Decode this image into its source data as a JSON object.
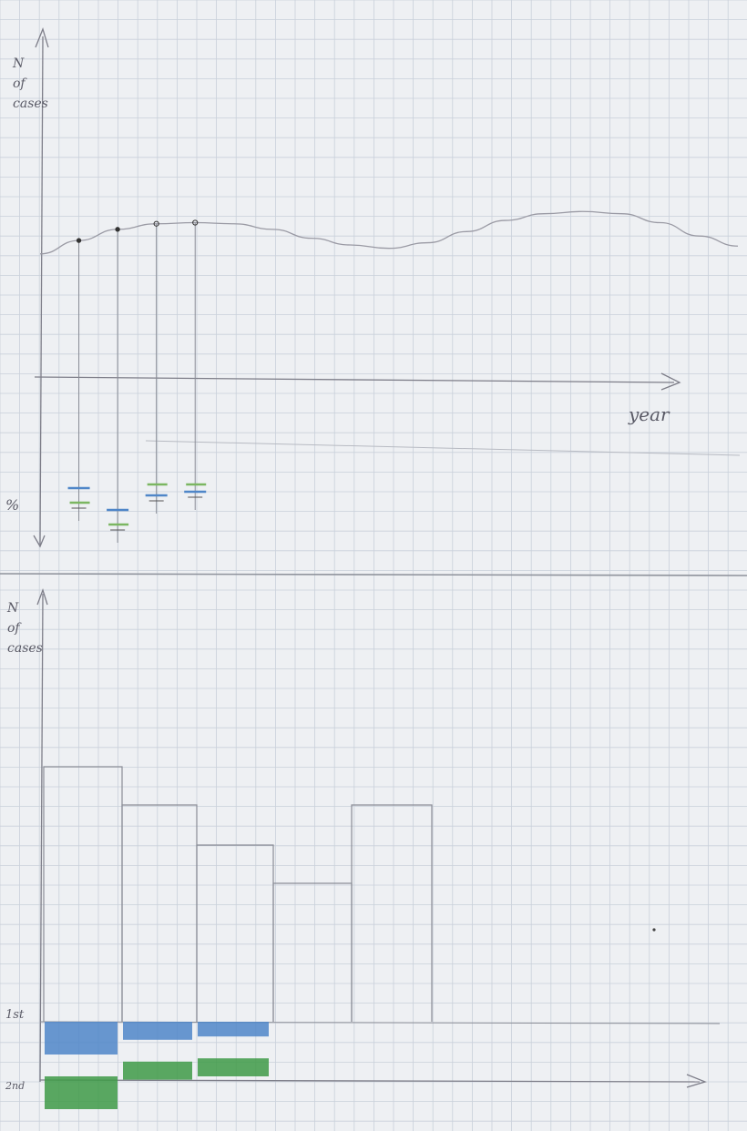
{
  "chart_data": [
    {
      "type": "line",
      "title": "",
      "ylabel": "N of cases",
      "xlabel": "year",
      "lower_axis_label": "%",
      "series": [
        {
          "x": [
            0,
            1,
            2,
            3,
            4,
            5,
            6,
            7,
            8,
            9,
            10,
            11,
            12,
            13,
            14,
            15,
            16,
            17,
            18
          ],
          "values": [
            5.6,
            6.2,
            6.7,
            6.95,
            7.0,
            6.95,
            6.7,
            6.3,
            6.0,
            5.85,
            6.1,
            6.6,
            7.1,
            7.4,
            7.5,
            7.4,
            7.0,
            6.4,
            5.95
          ]
        }
      ],
      "highlighted_points": [
        {
          "x": 1,
          "y": 6.2
        },
        {
          "x": 2,
          "y": 6.7
        },
        {
          "x": 3,
          "y": 6.95
        },
        {
          "x": 4,
          "y": 7.0
        }
      ],
      "percent_marks": [
        {
          "x": 1,
          "green": 1.2,
          "blue": 1.6
        },
        {
          "x": 2,
          "green": 0.6,
          "blue": 1.0
        },
        {
          "x": 3,
          "green": 1.7,
          "blue": 1.4
        },
        {
          "x": 4,
          "green": 1.7,
          "blue": 1.5
        }
      ],
      "colors": {
        "line": "#9a9aa4",
        "green": "#7bb661",
        "blue": "#4f86c8"
      }
    },
    {
      "type": "bar",
      "title": "",
      "ylabel": "N of cases",
      "values": [
        7.0,
        5.95,
        4.85,
        3.8,
        5.95
      ],
      "stacked_bands": [
        {
          "label": "1st",
          "color": "#4f86c8",
          "values": [
            1.0,
            0.55,
            0.45,
            0,
            0
          ]
        },
        {
          "label": "2nd",
          "color": "#3e9a47",
          "values": [
            1.0,
            0.55,
            0.55,
            0,
            0
          ]
        }
      ]
    }
  ]
}
